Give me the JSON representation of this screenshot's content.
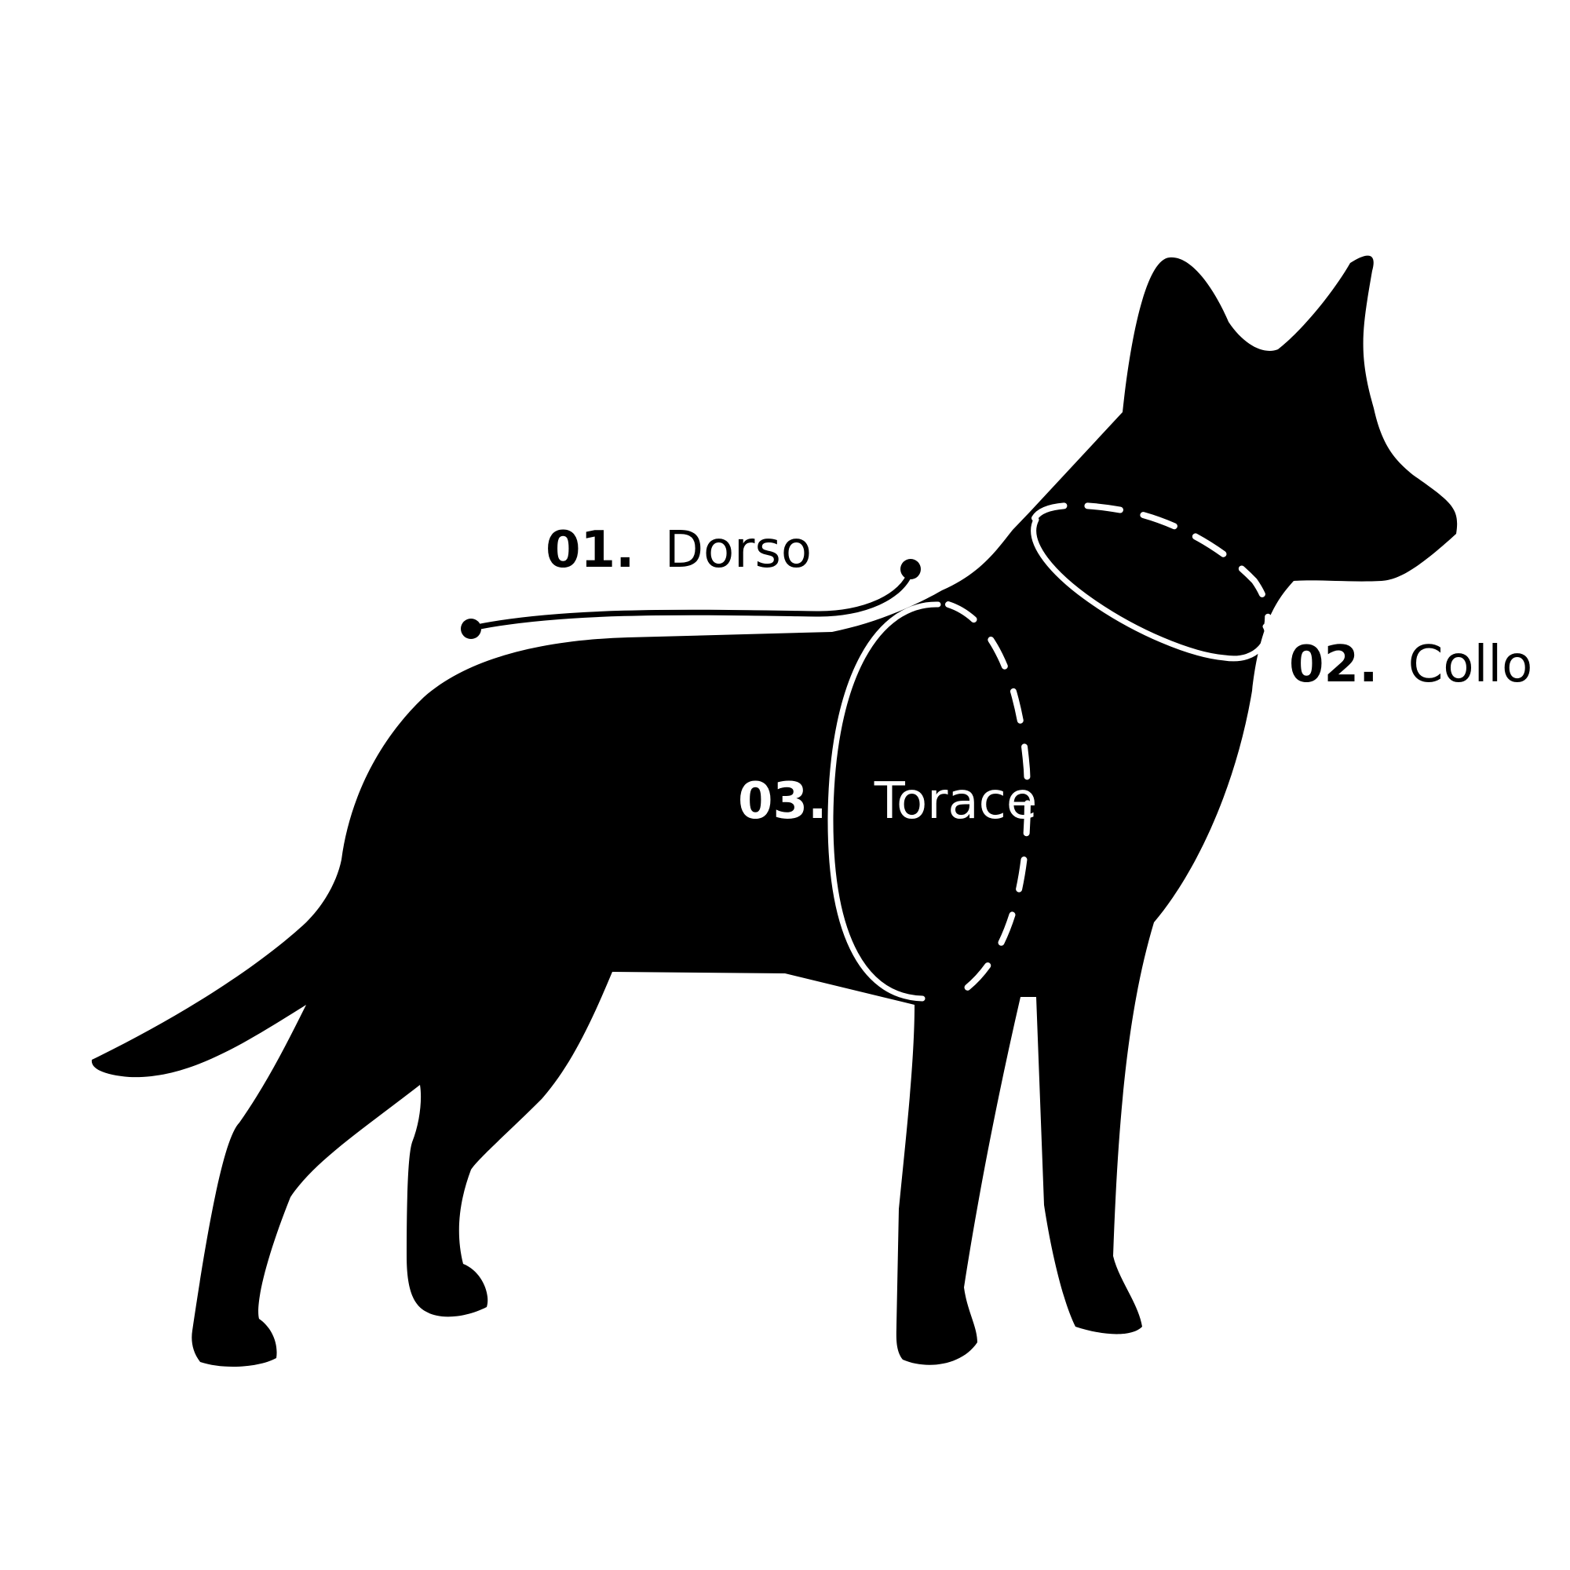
{
  "colors": {
    "silhouette": "#000000",
    "background": "#ffffff",
    "measure_line": "#ffffff"
  },
  "measurements": [
    {
      "number": "01.",
      "name": "Dorso",
      "style": "solid-line-with-endpoints"
    },
    {
      "number": "02.",
      "name": "Collo",
      "style": "dashed-ring"
    },
    {
      "number": "03.",
      "name": "Torace",
      "style": "solid-and-dashed-ring"
    }
  ]
}
